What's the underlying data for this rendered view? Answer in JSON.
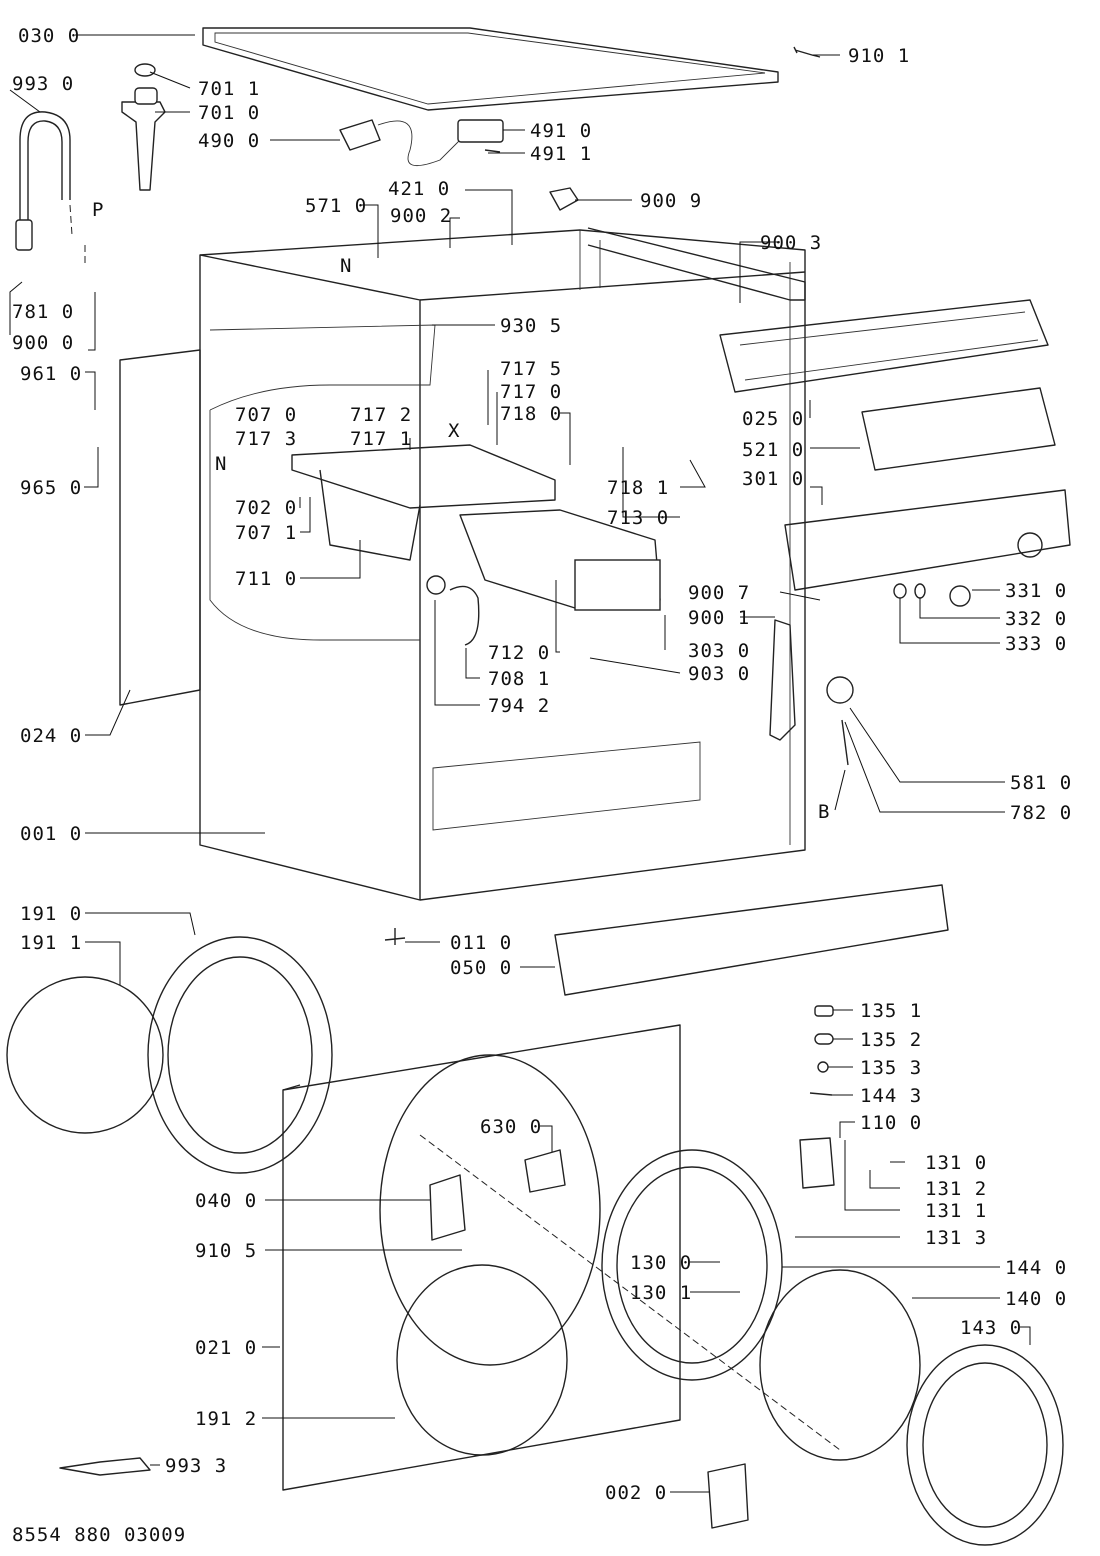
{
  "diagram": {
    "doc_number": "8554 880 03009",
    "callouts": [
      {
        "id": "030-0",
        "text": "030 0"
      },
      {
        "id": "910-1",
        "text": "910 1"
      },
      {
        "id": "993-0",
        "text": "993 0"
      },
      {
        "id": "701-1",
        "text": "701 1"
      },
      {
        "id": "701-0",
        "text": "701 0"
      },
      {
        "id": "490-0",
        "text": "490 0"
      },
      {
        "id": "491-0",
        "text": "491 0"
      },
      {
        "id": "491-1",
        "text": "491 1"
      },
      {
        "id": "p",
        "text": "P"
      },
      {
        "id": "421-0",
        "text": "421 0"
      },
      {
        "id": "571-0",
        "text": "571 0"
      },
      {
        "id": "900-2",
        "text": "900 2"
      },
      {
        "id": "900-9",
        "text": "900 9"
      },
      {
        "id": "n-upper",
        "text": "N"
      },
      {
        "id": "900-3",
        "text": "900 3"
      },
      {
        "id": "781-0",
        "text": "781 0"
      },
      {
        "id": "900-0",
        "text": "900 0"
      },
      {
        "id": "930-5",
        "text": "930 5"
      },
      {
        "id": "961-0",
        "text": "961 0"
      },
      {
        "id": "717-5",
        "text": "717 5"
      },
      {
        "id": "717-0",
        "text": "717 0"
      },
      {
        "id": "707-0",
        "text": "707 0"
      },
      {
        "id": "717-2",
        "text": "717 2"
      },
      {
        "id": "718-0",
        "text": "718 0"
      },
      {
        "id": "x",
        "text": "X"
      },
      {
        "id": "717-3",
        "text": "717 3"
      },
      {
        "id": "717-1",
        "text": "717 1"
      },
      {
        "id": "025-0",
        "text": "025 0"
      },
      {
        "id": "521-0",
        "text": "521 0"
      },
      {
        "id": "n-lower",
        "text": "N"
      },
      {
        "id": "965-0",
        "text": "965 0"
      },
      {
        "id": "718-1",
        "text": "718 1"
      },
      {
        "id": "301-0",
        "text": "301 0"
      },
      {
        "id": "702-0",
        "text": "702 0"
      },
      {
        "id": "713-0",
        "text": "713 0"
      },
      {
        "id": "707-1",
        "text": "707 1"
      },
      {
        "id": "711-0",
        "text": "711 0"
      },
      {
        "id": "331-0",
        "text": "331 0"
      },
      {
        "id": "900-7",
        "text": "900 7"
      },
      {
        "id": "332-0",
        "text": "332 0"
      },
      {
        "id": "900-1",
        "text": "900 1"
      },
      {
        "id": "333-0",
        "text": "333 0"
      },
      {
        "id": "712-0",
        "text": "712 0"
      },
      {
        "id": "303-0",
        "text": "303 0"
      },
      {
        "id": "708-1",
        "text": "708 1"
      },
      {
        "id": "903-0",
        "text": "903 0"
      },
      {
        "id": "794-2",
        "text": "794 2"
      },
      {
        "id": "024-0",
        "text": "024 0"
      },
      {
        "id": "581-0",
        "text": "581 0"
      },
      {
        "id": "b",
        "text": "B"
      },
      {
        "id": "782-0",
        "text": "782 0"
      },
      {
        "id": "001-0",
        "text": "001 0"
      },
      {
        "id": "191-0",
        "text": "191 0"
      },
      {
        "id": "191-1",
        "text": "191 1"
      },
      {
        "id": "011-0",
        "text": "011 0"
      },
      {
        "id": "050-0",
        "text": "050 0"
      },
      {
        "id": "135-1",
        "text": "135 1"
      },
      {
        "id": "135-2",
        "text": "135 2"
      },
      {
        "id": "135-3",
        "text": "135 3"
      },
      {
        "id": "144-3",
        "text": "144 3"
      },
      {
        "id": "110-0",
        "text": "110 0"
      },
      {
        "id": "630-0",
        "text": "630 0"
      },
      {
        "id": "131-0",
        "text": "131 0"
      },
      {
        "id": "131-2",
        "text": "131 2"
      },
      {
        "id": "040-0",
        "text": "040 0"
      },
      {
        "id": "131-1",
        "text": "131 1"
      },
      {
        "id": "910-5",
        "text": "910 5"
      },
      {
        "id": "131-3",
        "text": "131 3"
      },
      {
        "id": "130-0",
        "text": "130 0"
      },
      {
        "id": "144-0",
        "text": "144 0"
      },
      {
        "id": "130-1",
        "text": "130 1"
      },
      {
        "id": "140-0",
        "text": "140 0"
      },
      {
        "id": "143-0",
        "text": "143 0"
      },
      {
        "id": "021-0",
        "text": "021 0"
      },
      {
        "id": "191-2",
        "text": "191 2"
      },
      {
        "id": "993-3",
        "text": "993 3"
      },
      {
        "id": "002-0",
        "text": "002 0"
      }
    ]
  }
}
